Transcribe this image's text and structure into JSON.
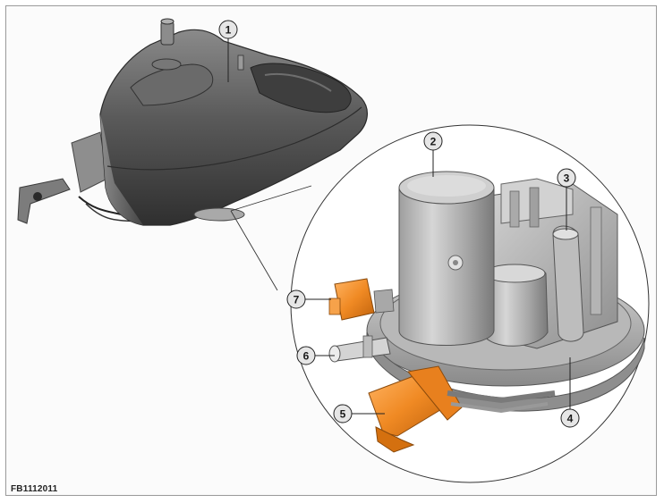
{
  "figure_code": "FB1112011",
  "callouts": [
    {
      "number": "1"
    },
    {
      "number": "2"
    },
    {
      "number": "3"
    },
    {
      "number": "4"
    },
    {
      "number": "5"
    },
    {
      "number": "6"
    },
    {
      "number": "7"
    }
  ],
  "colors": {
    "tank_dark": "#3a3a3a",
    "tank_mid": "#6c6c6c",
    "module_light": "#c8c8c8",
    "connector_orange": "#f08a24",
    "frame_border": "#9a9a9a"
  }
}
